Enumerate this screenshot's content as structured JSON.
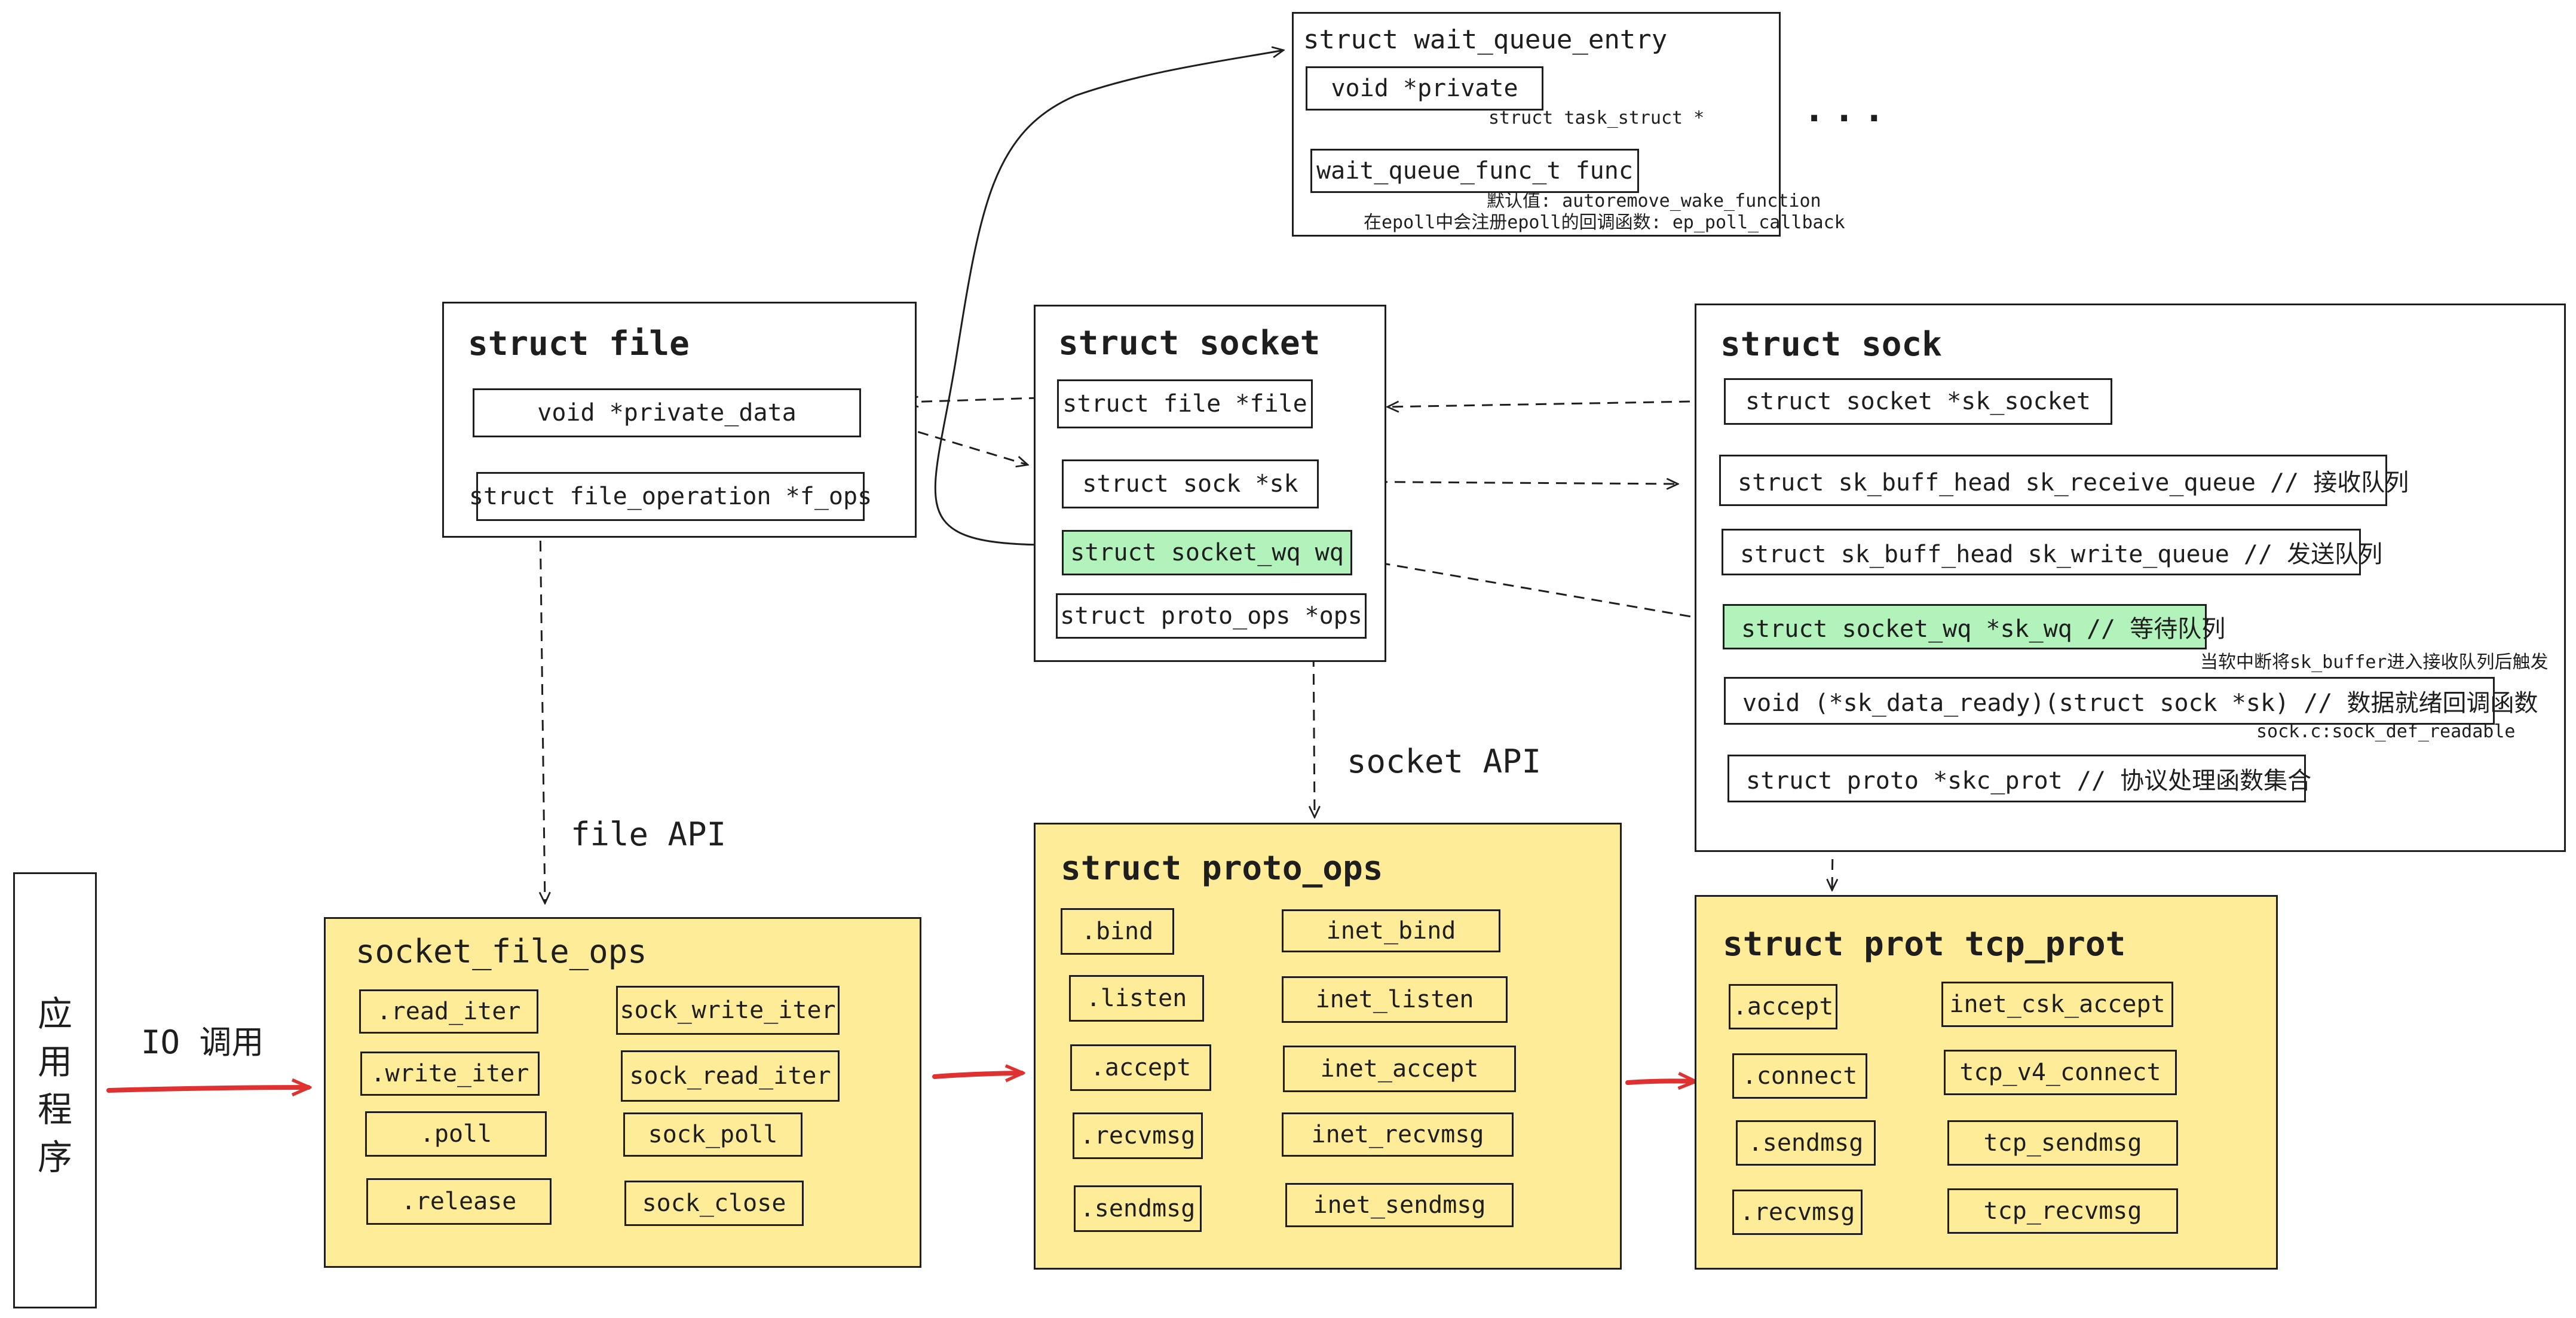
{
  "wait_queue_entry": {
    "title": "struct wait_queue_entry",
    "private_field": "void *private",
    "private_note": "struct task_struct *",
    "func_field": "wait_queue_func_t func",
    "func_note_default": "默认值: autoremove_wake_function",
    "func_note_epoll": "在epoll中会注册epoll的回调函数: ep_poll_callback",
    "ellipsis": "..."
  },
  "file": {
    "title": "struct file",
    "fields": [
      "void *private_data",
      "struct file_operation *f_ops"
    ]
  },
  "socket": {
    "title": "struct socket",
    "fields": [
      "struct file *file",
      "struct sock *sk",
      "struct socket_wq wq",
      "struct proto_ops *ops"
    ]
  },
  "sock": {
    "title": "struct sock",
    "fields": [
      "struct socket *sk_socket",
      "struct sk_buff_head sk_receive_queue // 接收队列",
      "struct sk_buff_head sk_write_queue // 发送队列",
      "struct socket_wq *sk_wq // 等待队列",
      "void (*sk_data_ready)(struct sock *sk) // 数据就绪回调函数",
      "struct proto *skc_prot // 协议处理函数集合"
    ],
    "data_ready_trigger_note": "当软中断将sk_buffer进入接收队列后触发",
    "data_ready_impl_note": "sock.c:sock_def_readable"
  },
  "labels": {
    "file_api": "file API",
    "socket_api": "socket API",
    "io_call": "IO 调用"
  },
  "app": {
    "chars": [
      "应",
      "用",
      "程",
      "序"
    ]
  },
  "socket_file_ops": {
    "title": "socket_file_ops",
    "rows": [
      {
        "op": ".read_iter",
        "impl": "sock_write_iter"
      },
      {
        "op": ".write_iter",
        "impl": "sock_read_iter"
      },
      {
        "op": ".poll",
        "impl": "sock_poll"
      },
      {
        "op": ".release",
        "impl": "sock_close"
      }
    ]
  },
  "proto_ops": {
    "title": "struct proto_ops",
    "rows": [
      {
        "op": ".bind",
        "impl": "inet_bind"
      },
      {
        "op": ".listen",
        "impl": "inet_listen"
      },
      {
        "op": ".accept",
        "impl": "inet_accept"
      },
      {
        "op": ".recvmsg",
        "impl": "inet_recvmsg"
      },
      {
        "op": ".sendmsg",
        "impl": "inet_sendmsg"
      }
    ]
  },
  "tcp_prot": {
    "title": "struct prot tcp_prot",
    "rows": [
      {
        "op": ".accept",
        "impl": "inet_csk_accept"
      },
      {
        "op": ".connect",
        "impl": "tcp_v4_connect"
      },
      {
        "op": ".sendmsg",
        "impl": "tcp_sendmsg"
      },
      {
        "op": ".recvmsg",
        "impl": "tcp_recvmsg"
      }
    ]
  },
  "colors": {
    "ops_panel_fill": "#ffec99",
    "wait_queue_field_fill": "#b2f2bb",
    "io_arrow": "#e03131",
    "stroke": "#1e1e1e"
  }
}
